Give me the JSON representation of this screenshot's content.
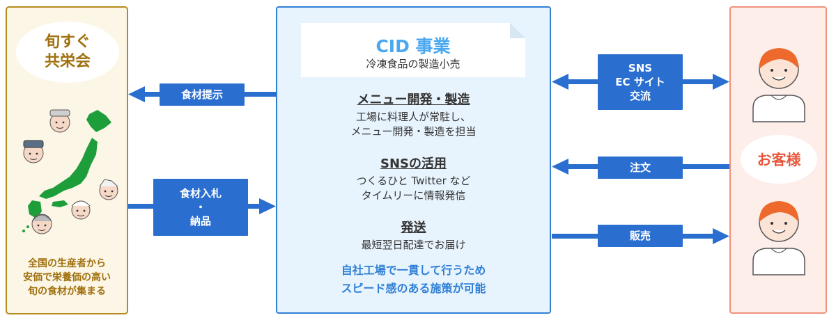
{
  "producer": {
    "name_line1": "旬すぐ",
    "name_line2": "共栄会",
    "caption_lines": [
      "全国の生産者から",
      "安価で栄養価の高い",
      "旬の食材が集まる"
    ]
  },
  "company": {
    "title": "CID 事業",
    "subtitle": "冷凍食品の製造小売",
    "sections": [
      {
        "title": "メニュー開発・製造",
        "lines": [
          "工場に料理人が常駐し、",
          "メニュー開発・製造を担当"
        ]
      },
      {
        "title": "SNSの活用",
        "lines": [
          "つくるひと Twitter など",
          "タイムリーに情報発信"
        ]
      },
      {
        "title": "発送",
        "lines": [
          "最短翌日配達でお届け"
        ]
      }
    ],
    "footer_lines": [
      "自社工場で一貫して行うため",
      "スピード感のある施策が可能"
    ]
  },
  "customer": {
    "label": "お客様"
  },
  "flows": {
    "supply": "食材提示",
    "bid": [
      "食材入札",
      "・",
      "納品"
    ],
    "sns": [
      "SNS",
      "EC サイト",
      "交流"
    ],
    "order": "注文",
    "sale": "販売"
  },
  "colors": {
    "gold": "#b58a1e",
    "blue": "#2f7fd5",
    "arrow": "#2a6fd0",
    "coral": "#e8573d"
  },
  "icons": [
    "japan-map-icon",
    "farmer-face-icon",
    "customer-person-icon"
  ]
}
